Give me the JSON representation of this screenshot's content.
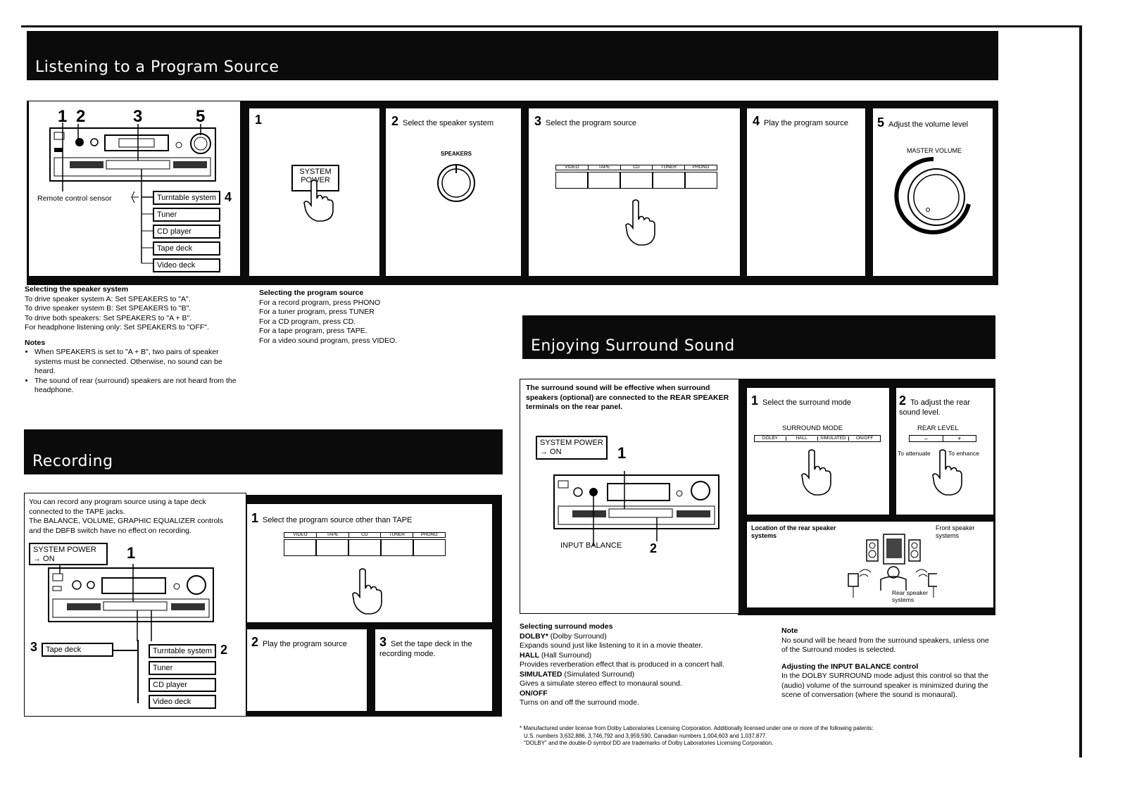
{
  "sections": {
    "listening": "Listening to a Program Source",
    "recording": "Recording",
    "surround": "Enjoying Surround Sound"
  },
  "listening": {
    "callouts": [
      "1",
      "2",
      "3",
      "5",
      "4"
    ],
    "remote_sensor": "Remote control sensor",
    "components": [
      "Turntable system",
      "Tuner",
      "CD player",
      "Tape deck",
      "Video deck"
    ],
    "steps": [
      {
        "num": "1",
        "label": ""
      },
      {
        "num": "2",
        "label": "Select the speaker system"
      },
      {
        "num": "3",
        "label": "Select the program source"
      },
      {
        "num": "4",
        "label": "Play the program source"
      },
      {
        "num": "5",
        "label": "Adjust the volume level"
      }
    ],
    "system_power": "SYSTEM POWER",
    "speakers_label": "SPEAKERS",
    "sources": [
      "VIDEO",
      "TAPE",
      "CD",
      "TUNER",
      "PHONO"
    ],
    "master_volume": "MASTER VOLUME",
    "speaker_heading": "Selecting the speaker system",
    "speaker_lines": [
      "To drive speaker system A: Set SPEAKERS to \"A\".",
      "To drive speaker system B: Set SPEAKERS to \"B\".",
      "To drive both speakers: Set SPEAKERS to \"A + B\".",
      "For headphone listening only: Set SPEAKERS to \"OFF\"."
    ],
    "notes_heading": "Notes",
    "notes": [
      "When SPEAKERS is set to \"A + B\", two pairs of speaker systems must be connected. Otherwise, no sound can be heard.",
      "The sound of rear (surround) speakers are not heard from the headphone."
    ],
    "source_heading": "Selecting the program source",
    "source_lines": [
      "For a record program, press PHONO",
      "For a tuner program, press TUNER",
      "For a CD program, press CD.",
      "For a tape program, press TAPE.",
      "For a video sound program, press VIDEO."
    ]
  },
  "recording": {
    "intro": [
      "You can record any program source using a tape deck",
      "connected to the TAPE jacks.",
      "The BALANCE, VOLUME, GRAPHIC EQUALIZER controls",
      "and the DBFB switch have no effect on recording."
    ],
    "system_power": "SYSTEM POWER",
    "power_on": "→ ON",
    "callout1": "1",
    "callout2": "2",
    "callout3": "3",
    "tape_deck": "Tape deck",
    "components": [
      "Turntable system",
      "Tuner",
      "CD player",
      "Video deck"
    ],
    "steps": [
      {
        "num": "1",
        "label": "Select the program source other than TAPE"
      },
      {
        "num": "2",
        "label": "Play the program source"
      },
      {
        "num": "3",
        "label": "Set the tape deck in the recording mode."
      }
    ],
    "sources": [
      "VIDEO",
      "TAPE",
      "CD",
      "TUNER",
      "PHONO"
    ]
  },
  "surround": {
    "intro": [
      "The surround sound will be effective when surround",
      "speakers (optional) are connected to the REAR SPEAKER",
      "terminals on the rear panel."
    ],
    "system_power": "SYSTEM POWER",
    "power_on": "→ ON",
    "callout1": "1",
    "callout2": "2",
    "input_balance": "INPUT BALANCE",
    "steps": [
      {
        "num": "1",
        "label": "Select the surround mode"
      },
      {
        "num": "2",
        "label": "To adjust the rear sound level."
      }
    ],
    "surround_mode": "SURROUND MODE",
    "modes": [
      "DOLBY",
      "HALL",
      "SIMULATED",
      "ON/OFF"
    ],
    "rear_level": "REAR LEVEL",
    "minus": "–",
    "plus": "+",
    "attenuate": "To attenuate",
    "enhance": "To enhance",
    "location_heading": "Location of the rear speaker systems",
    "front_speakers": "Front speaker systems",
    "rear_speakers": "Rear speaker systems",
    "modes_heading": "Selecting surround modes",
    "mode_desc": [
      {
        "name": "DOLBY*",
        "sub": " (Dolby Surround)",
        "desc": "Expands sound just like listening to it in a movie theater."
      },
      {
        "name": "HALL",
        "sub": " (Hall Surround)",
        "desc": "Provides reverberation effect that is produced in a concert hall."
      },
      {
        "name": "SIMULATED",
        "sub": " (Simulated Surround)",
        "desc": "Gives a simulate stereo effect to monaural sound."
      },
      {
        "name": "ON/OFF",
        "sub": "",
        "desc": "Turns on and off the surround mode."
      }
    ],
    "note_heading": "Note",
    "note": "No sound will be heard from the surround speakers, unless one of the Surround modes is selected.",
    "balance_heading": "Adjusting the INPUT BALANCE control",
    "balance": "In the DOLBY SURROUND mode adjust this control so that the (audio) volume of the surround speaker is minimized during the scene of conversation (where the sound is monaural).",
    "footnote": [
      "* Manufactured under license from Dolby Laboratories Licensing Corporation. Additionally licensed under one or more of the following patents:",
      "U.S. numbers 3,632,886, 3,746,792 and 3,959,590, Canadian numbers 1,004,603 and 1,037,877.",
      "\"DOLBY\" and the double-D symbol DD are trademarks of Dolby Laboratories Licensing Corporation."
    ]
  }
}
